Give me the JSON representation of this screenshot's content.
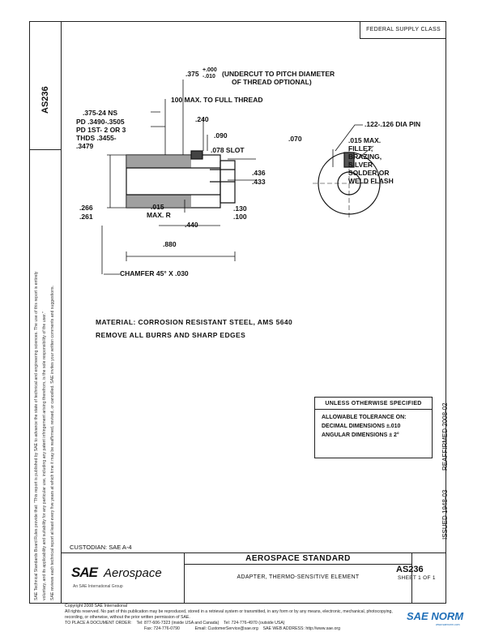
{
  "header": {
    "class_label": "FEDERAL SUPPLY CLASS",
    "side_doc_number": "AS236"
  },
  "legal_text": [
    "SAE Technical Standards Board Rules provide that: \"This report is published by SAE to advance the state of technical and engineering sciences. The use of this report is entirely",
    "voluntary, and its applicability and suitability for any particular use, including any patent infringement arising therefrom, is the sole responsibility of the user.\"",
    "SAE reviews each technical report at least every five years at which time it may be reaffirmed, revised, or cancelled. SAE invites your written comments and suggestions."
  ],
  "drawing": {
    "callouts": {
      "undercut_value": ".375",
      "undercut_tol_plus": "+.000",
      "undercut_tol_minus": "-.010",
      "undercut_note_1": "(UNDERCUT TO PITCH DIAMETER",
      "undercut_note_2": "OF THREAD OPTIONAL)",
      "full_thread": "100 MAX. TO FULL THREAD",
      "thread_1": ".375-24 NS",
      "thread_2": "PD .3490-.3505",
      "thread_3": "PD  1ST- 2 OR 3",
      "thread_4": "THDS  .3455-",
      "thread_5": ".3479",
      "dim_240": ".240",
      "dim_090": ".090",
      "slot": ".078 SLOT",
      "dim_436": ".436",
      "dim_433": ".433",
      "dim_266": ".266",
      "dim_261": ".261",
      "radius_1": ".015",
      "radius_2": "MAX. R",
      "dim_440": ".440",
      "dim_130": ".130",
      "dim_100": ".100",
      "dim_880": ".880",
      "chamfer": "CHAMFER 45° X .030",
      "dim_070": ".070",
      "pin": ".122-.126 DIA PIN",
      "fillet_1": ".015 MAX.",
      "fillet_2": "FILLET,",
      "fillet_3": "BRAZING,",
      "fillet_4": "SILVER",
      "fillet_5": "SOLDER,OR",
      "fillet_6": "WELD FLASH"
    }
  },
  "notes": {
    "material": "MATERIAL: CORROSION RESISTANT STEEL, AMS 5640",
    "burrs": "REMOVE ALL BURRS AND SHARP EDGES"
  },
  "tolerance": {
    "heading": "UNLESS OTHERWISE SPECIFIED",
    "line1": "ALLOWABLE TOLERANCE ON:",
    "line2": "DECIMAL DIMENSIONS  ±.010",
    "line3": "ANGULAR DIMENSIONS  ± 2°"
  },
  "reaffirmed": "REAFFIRMED 2008-02",
  "issued": "ISSUED 1948-03",
  "custodian": "CUSTODIAN:  SAE A-4",
  "title_block": {
    "logo_sae": "SAE",
    "logo_aero": "Aerospace",
    "logo_sub": "An SAE International Group",
    "standard": "AEROSPACE STANDARD",
    "description": "ADAPTER, THERMO-SENSITIVE ELEMENT",
    "doc_number": "AS236",
    "sheet": "SHEET 1 OF 1"
  },
  "footer": {
    "copyright": "Copyright 2008 SAE International",
    "rights": "All rights reserved. No part of this publication may be reproduced, stored in a retrieval system or transmitted, in any form or by any means, electronic, mechanical, photocopying,",
    "rights2": "recording, or otherwise, without the prior written permission of SAE.",
    "order_label": "TO PLACE A DOCUMENT ORDER:",
    "tel": "Tel:  877-606-7323 (inside USA and Canada)",
    "tel2": "Tel:  724-776-4970 (outside USA)",
    "fax": "Fax:  724-776-0790",
    "email": "Email:  CustomerService@sae.org",
    "web": "SAE WEB ADDRESS:  http://www.sae.org"
  },
  "watermark": {
    "text": "SAE NORM",
    "sub": "www.saenorm.com"
  }
}
